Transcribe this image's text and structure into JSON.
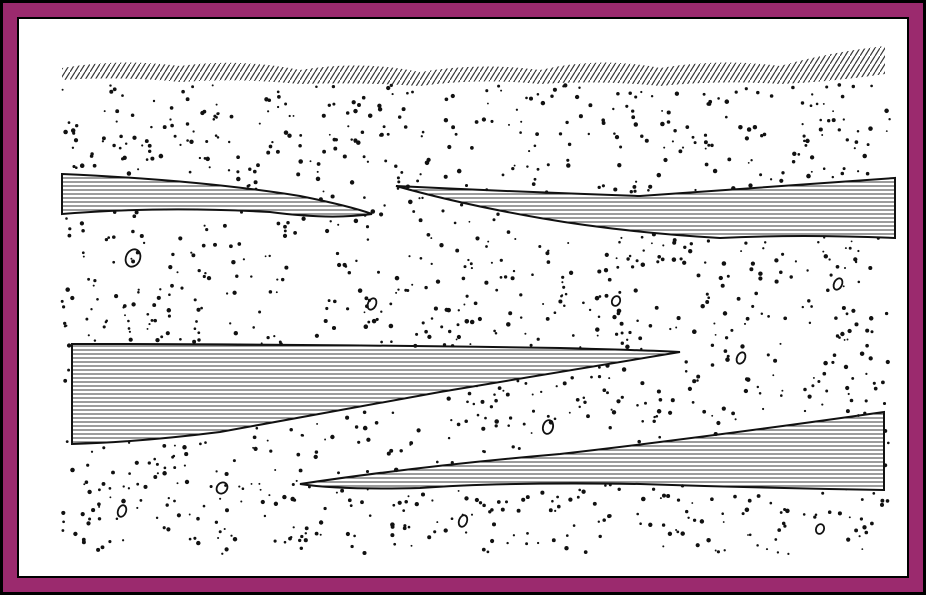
{
  "figure": {
    "colors": {
      "frame": "#9b2a6e",
      "background": "#000000",
      "paper": "#ffffff",
      "ink": "#111111"
    },
    "layers": [
      "soil-crust",
      "sand-upper",
      "clay-lens-left",
      "clay-lens-right",
      "sand-middle",
      "clay-band-center",
      "clay-lens-lower",
      "sand-lower"
    ]
  }
}
